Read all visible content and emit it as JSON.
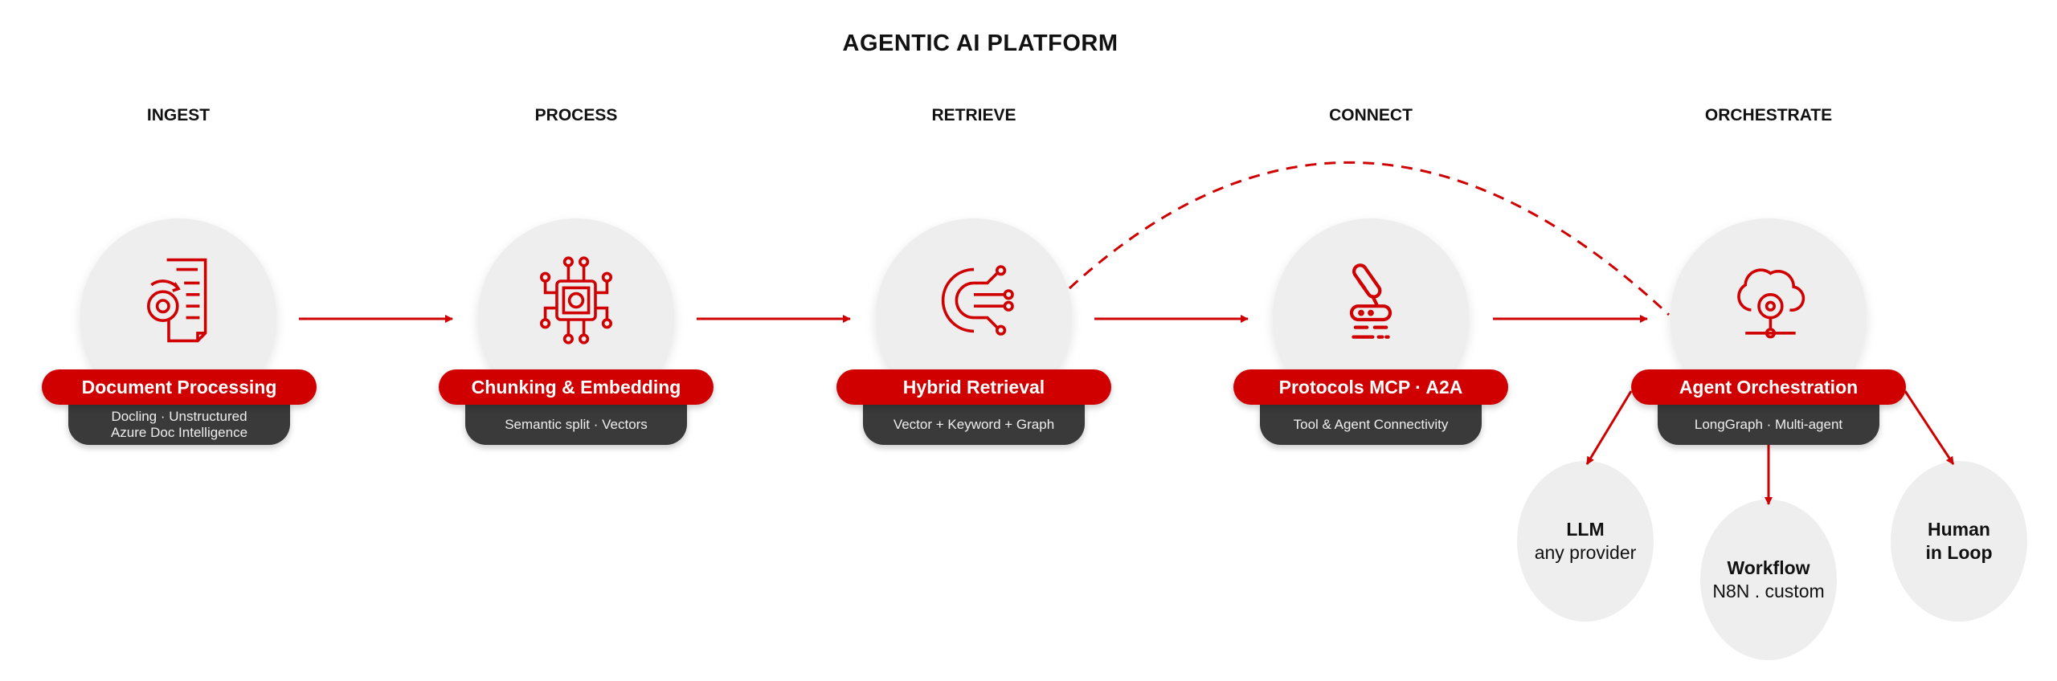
{
  "title": "AGENTIC AI PLATFORM",
  "accent": "#d00000",
  "stages": [
    {
      "header": "INGEST",
      "label": "Document Processing",
      "sub1": "Docling · Unstructured",
      "sub2": "Azure Doc Intelligence",
      "icon": "document-gear-icon"
    },
    {
      "header": "PROCESS",
      "label": "Chunking & Embedding",
      "sub1": "Semantic split · Vectors",
      "sub2": "",
      "icon": "chip-icon"
    },
    {
      "header": "RETRIEVE",
      "label": "Hybrid Retrieval",
      "sub1": "Vector + Keyword + Graph",
      "sub2": "",
      "icon": "gear-network-icon"
    },
    {
      "header": "CONNECT",
      "label": "Protocols MCP · A2A",
      "sub1": "Tool & Agent Connectivity",
      "sub2": "",
      "icon": "plug-connector-icon"
    },
    {
      "header": "ORCHESTRATE",
      "label": "Agent Orchestration",
      "sub1": "LongGraph · Multi-agent",
      "sub2": "",
      "icon": "cloud-gear-icon"
    }
  ],
  "outputs": [
    {
      "title": "LLM",
      "sub": "any provider"
    },
    {
      "title": "Workflow",
      "sub": "N8N . custom"
    },
    {
      "title": "Human in Loop",
      "sub": ""
    }
  ]
}
